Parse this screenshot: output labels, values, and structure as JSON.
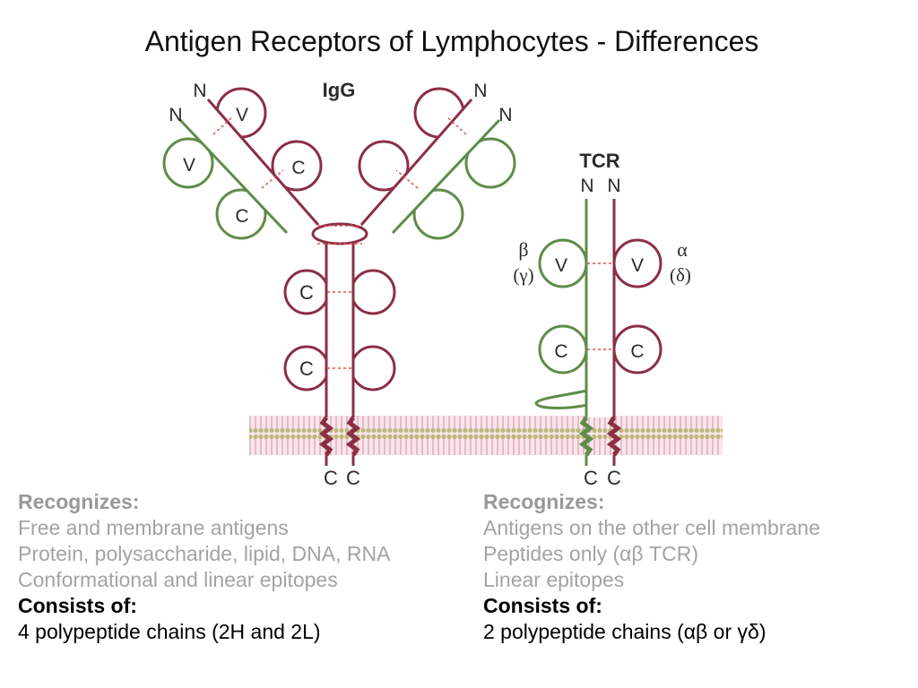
{
  "title": "Antigen Receptors of Lymphocytes - Differences",
  "colors": {
    "heavy_chain": "#8b2f45",
    "light_chain": "#5f8c4a",
    "disulfide_dots": "#d9534f",
    "membrane_pink": "#f2c6cf",
    "membrane_heads": "#c9c08a"
  },
  "diagram": {
    "igg": {
      "label": "IgG",
      "n_labels": [
        "N",
        "N",
        "N",
        "N"
      ],
      "v_label": "V",
      "c_label": "C",
      "c_terminals": [
        "C",
        "C"
      ]
    },
    "tcr": {
      "label": "TCR",
      "n_labels": [
        "N",
        "N"
      ],
      "v_label": "V",
      "c_label": "C",
      "beta": "β",
      "gamma": "(γ)",
      "alpha": "α",
      "delta": "(δ)",
      "c_terminals": [
        "C",
        "C"
      ]
    }
  },
  "left_column": {
    "heading1": "Recognizes:",
    "lines": [
      "Free and membrane antigens",
      "Protein, polysaccharide, lipid, DNA, RNA",
      "Conformational and linear epitopes"
    ],
    "heading2": "Consists of:",
    "consists": "4 polypeptide chains (2H and 2L)"
  },
  "right_column": {
    "heading1": "Recognizes:",
    "lines": [
      "Antigens on the other cell membrane",
      "Peptides only (αβ TCR)",
      "Linear epitopes"
    ],
    "heading2": "Consists of:",
    "consists": "2 polypeptide chains (αβ or γδ)"
  }
}
